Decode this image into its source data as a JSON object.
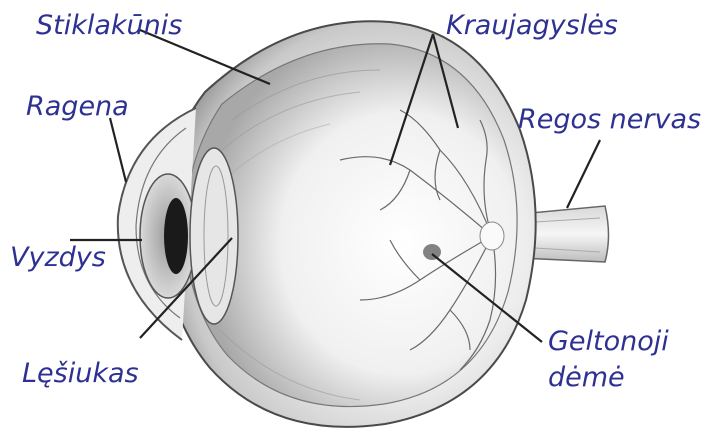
{
  "diagram": {
    "labels": {
      "vitreous": "Stiklakūnis",
      "vessels": "Kraujagyslės",
      "cornea": "Ragena",
      "optic_nerve": "Regos nervas",
      "pupil": "Vyzdys",
      "lens": "Lęšiukas",
      "macula_line1": "Geltonoji",
      "macula_line2": "dėmė"
    },
    "colors": {
      "label_text": "#2e3192",
      "leader_line": "#222222",
      "eye_fill": "#f2f2f2",
      "eye_outline": "#555555"
    }
  }
}
